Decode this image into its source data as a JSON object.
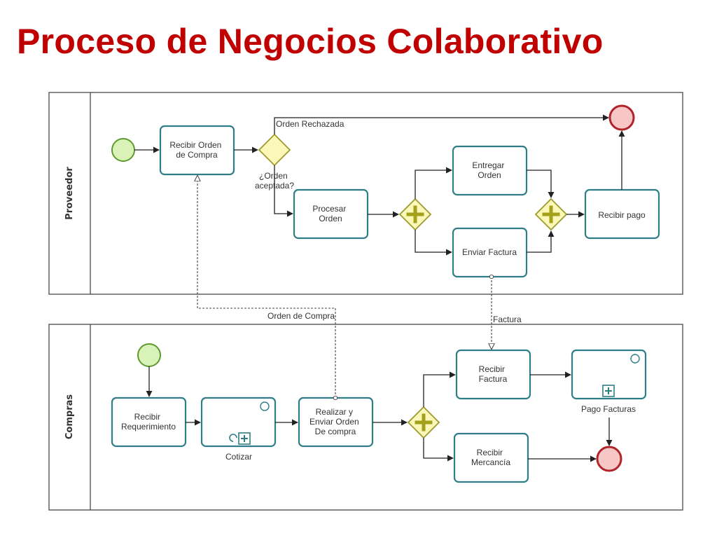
{
  "title": "Proceso de Negocios Colaborativo",
  "lanes": {
    "proveedor": "Proveedor",
    "compras": "Compras"
  },
  "tasks": {
    "recibir_orden": [
      "Recibir Orden",
      "de Compra"
    ],
    "procesar_orden": [
      "Procesar",
      "Orden"
    ],
    "entregar_orden": [
      "Entregar",
      "Orden"
    ],
    "enviar_factura": [
      "Enviar Factura"
    ],
    "recibir_pago": [
      "Recibir pago"
    ],
    "recibir_requerimiento": [
      "Recibir",
      "Requerimiento"
    ],
    "realizar_enviar": [
      "Realizar y",
      "Enviar Orden",
      "De compra"
    ],
    "recibir_factura": [
      "Recibir",
      "Factura"
    ],
    "recibir_mercancia": [
      "Recibir",
      "Mercancía"
    ]
  },
  "subprocesses": {
    "cotizar": "Cotizar",
    "pago_facturas": "Pago Facturas"
  },
  "gateway_question": [
    "¿Orden",
    "aceptada?"
  ],
  "flow_labels": {
    "orden_rechazada": "Orden Rechazada",
    "orden_de_compra": "Orden de Compra",
    "factura": "Factura"
  },
  "colors": {
    "title": "#c00000",
    "task_border": "#2e7d87",
    "gateway_fill": "#fbf7b8",
    "start_event": "#d9f2b8",
    "end_event": "#f7c6c6"
  }
}
